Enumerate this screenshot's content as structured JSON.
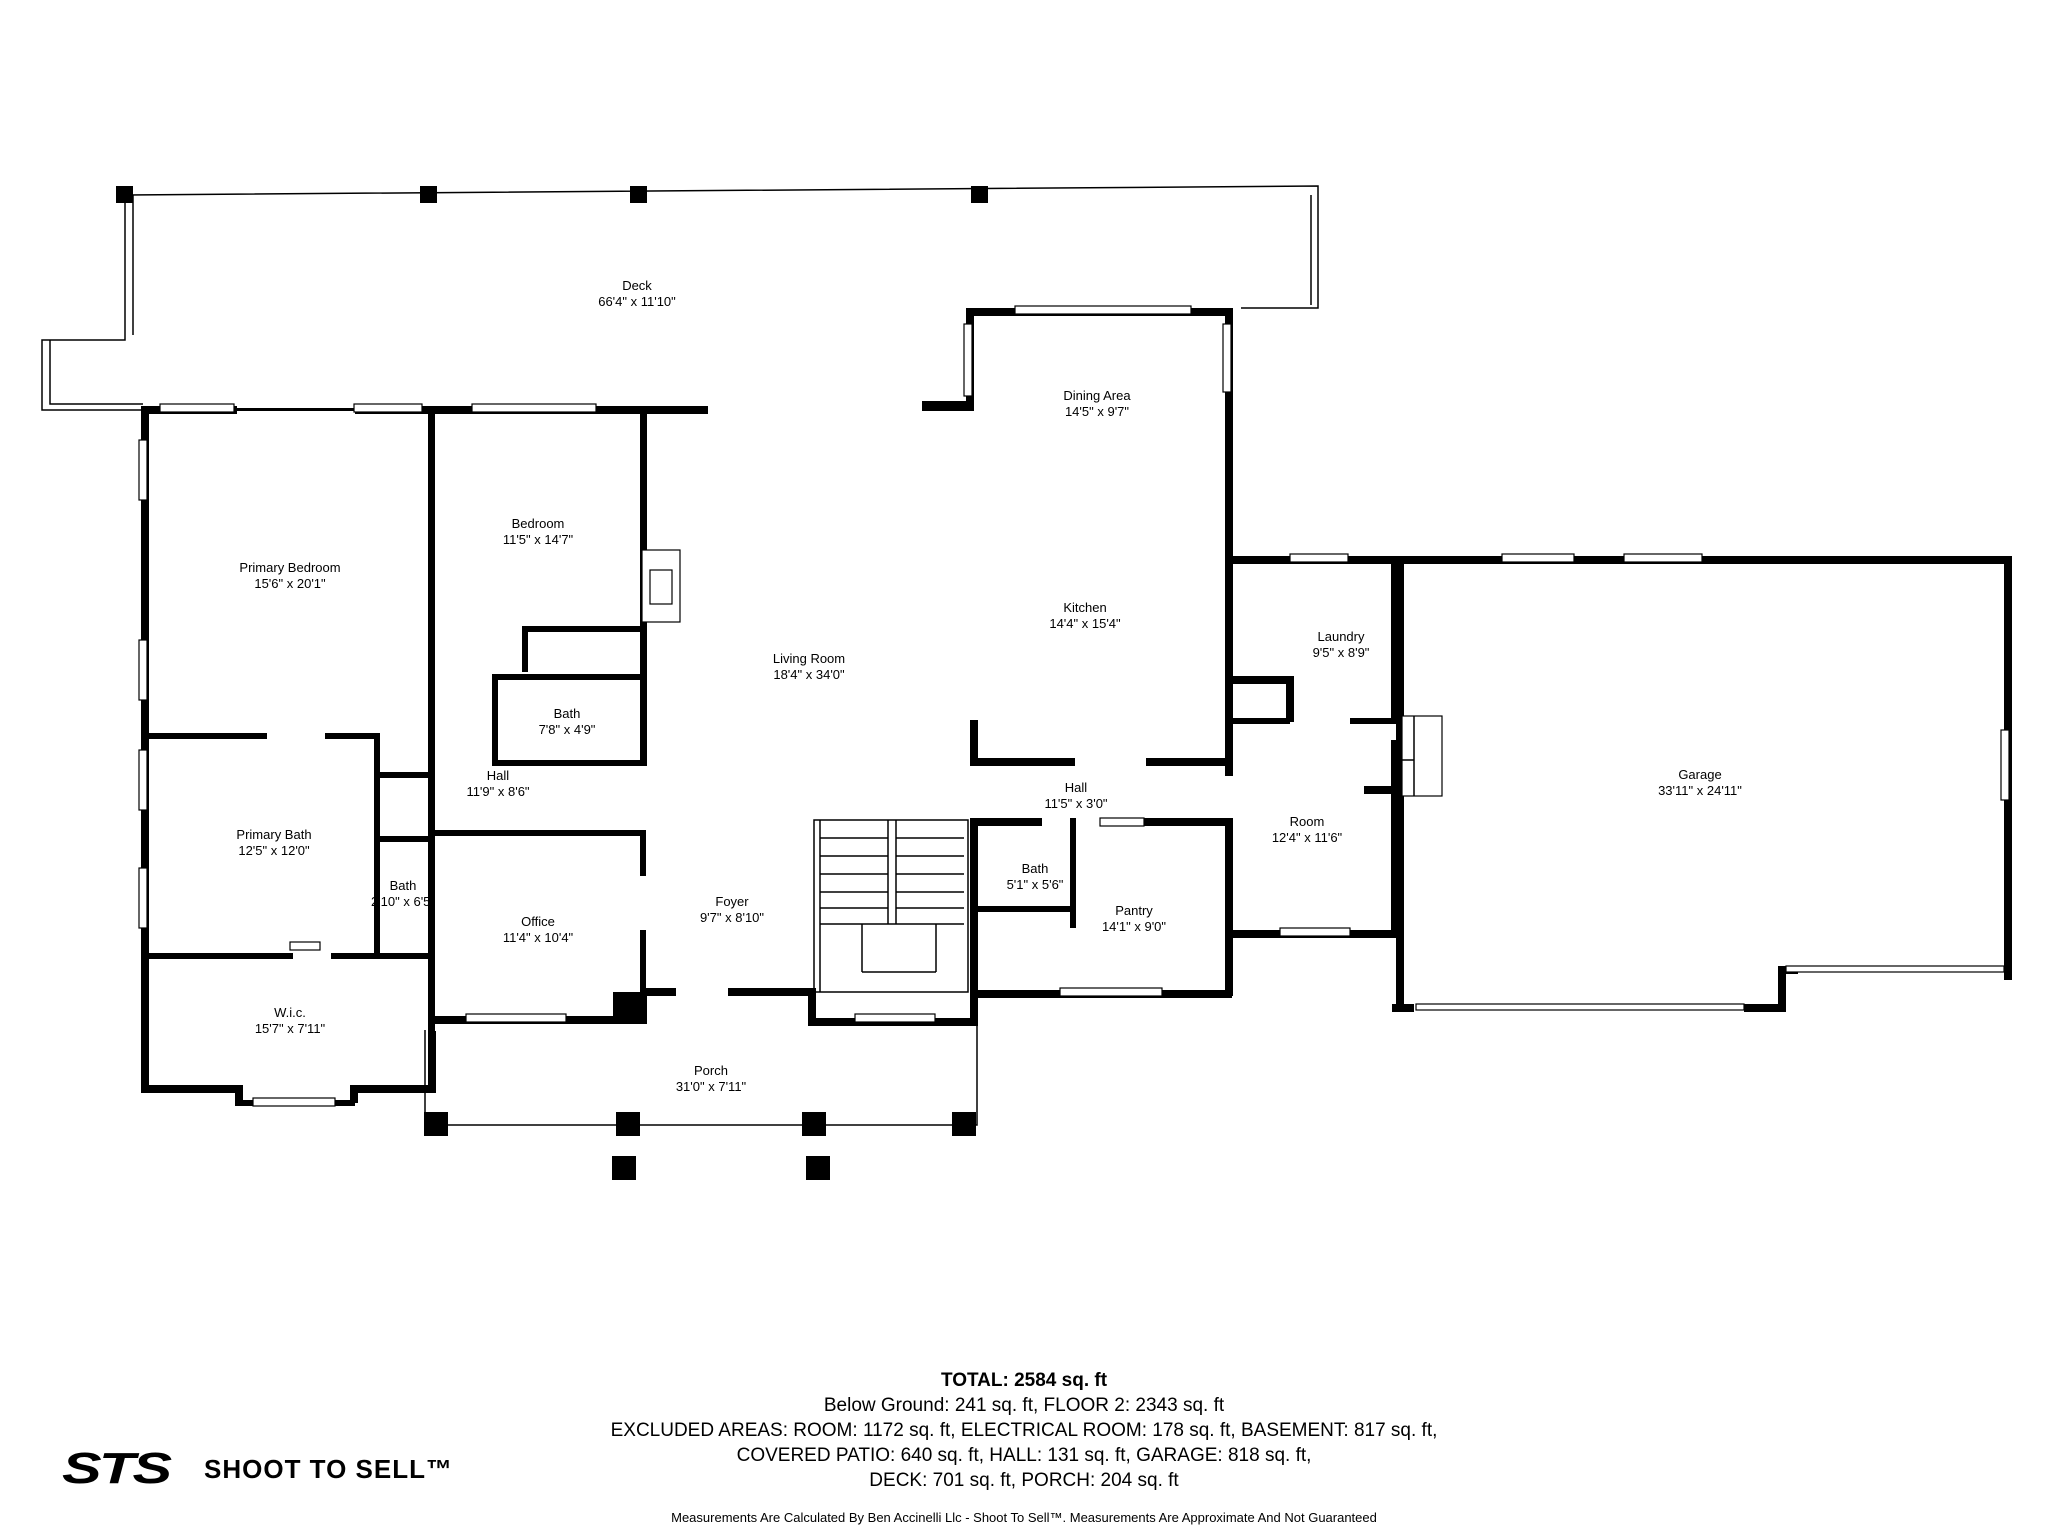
{
  "rooms": [
    {
      "id": "deck",
      "name": "Deck",
      "dims": "66'4\" x 11'10\""
    },
    {
      "id": "dining-area",
      "name": "Dining Area",
      "dims": "14'5\" x 9'7\""
    },
    {
      "id": "bedroom",
      "name": "Bedroom",
      "dims": "11'5\" x 14'7\""
    },
    {
      "id": "primary-bedroom",
      "name": "Primary Bedroom",
      "dims": "15'6\" x 20'1\""
    },
    {
      "id": "kitchen",
      "name": "Kitchen",
      "dims": "14'4\" x 15'4\""
    },
    {
      "id": "laundry",
      "name": "Laundry",
      "dims": "9'5\" x 8'9\""
    },
    {
      "id": "living-room",
      "name": "Living Room",
      "dims": "18'4\" x 34'0\""
    },
    {
      "id": "bath-upper",
      "name": "Bath",
      "dims": "7'8\" x 4'9\""
    },
    {
      "id": "garage",
      "name": "Garage",
      "dims": "33'11\" x 24'11\""
    },
    {
      "id": "hall-left",
      "name": "Hall",
      "dims": "11'9\" x 8'6\""
    },
    {
      "id": "hall-center",
      "name": "Hall",
      "dims": "11'5\" x 3'0\""
    },
    {
      "id": "room",
      "name": "Room",
      "dims": "12'4\" x 11'6\""
    },
    {
      "id": "primary-bath",
      "name": "Primary Bath",
      "dims": "12'5\" x 12'0\""
    },
    {
      "id": "bath-center",
      "name": "Bath",
      "dims": "5'1\" x 5'6\""
    },
    {
      "id": "bath-small",
      "name": "Bath",
      "dims": "2'10\" x 6'5\""
    },
    {
      "id": "foyer",
      "name": "Foyer",
      "dims": "9'7\" x 8'10\""
    },
    {
      "id": "pantry",
      "name": "Pantry",
      "dims": "14'1\" x 9'0\""
    },
    {
      "id": "office",
      "name": "Office",
      "dims": "11'4\" x 10'4\""
    },
    {
      "id": "wic",
      "name": "W.i.c.",
      "dims": "15'7\" x 7'11\""
    },
    {
      "id": "porch",
      "name": "Porch",
      "dims": "31'0\" x 7'11\""
    }
  ],
  "summary": {
    "total": "TOTAL: 2584 sq. ft",
    "line1": "Below Ground: 241 sq. ft, FLOOR 2: 2343 sq. ft",
    "line2": "EXCLUDED AREAS: ROOM: 1172 sq. ft, ELECTRICAL ROOM: 178 sq. ft, BASEMENT: 817 sq. ft,",
    "line3": "COVERED PATIO: 640 sq. ft, HALL: 131 sq. ft, GARAGE: 818 sq. ft,",
    "line4": "DECK: 701 sq. ft, PORCH: 204 sq. ft"
  },
  "disclaimer": "Measurements Are Calculated By Ben Accinelli Llc - Shoot To Sell™. Measurements Are Approximate And Not Guaranteed",
  "logo": {
    "mark": "STS",
    "wordmark": "SHOOT TO SELL™"
  }
}
